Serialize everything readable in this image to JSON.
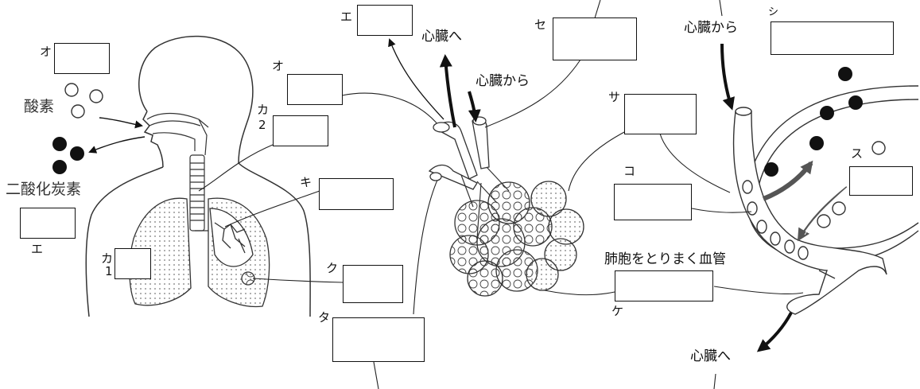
{
  "letters": {
    "e_top": "エ",
    "o_left": "オ",
    "o_mid": "オ",
    "ka2": "カ",
    "ka2_num": "2",
    "ki": "キ",
    "ka1": "カ",
    "ka1_num": "1",
    "ku": "ク",
    "ta": "タ",
    "e_left": "エ",
    "se": "セ",
    "sa": "サ",
    "ko": "コ",
    "ke": "ケ",
    "shi": "シ",
    "su": "ス"
  },
  "text": {
    "oxygen": "酸素",
    "co2": "二酸化炭素",
    "to_heart_1": "心臓へ",
    "from_heart_1": "心臓から",
    "from_heart_2": "心臓から",
    "to_heart_2": "心臓へ",
    "capillary": "肺胞をとりまく血管"
  }
}
